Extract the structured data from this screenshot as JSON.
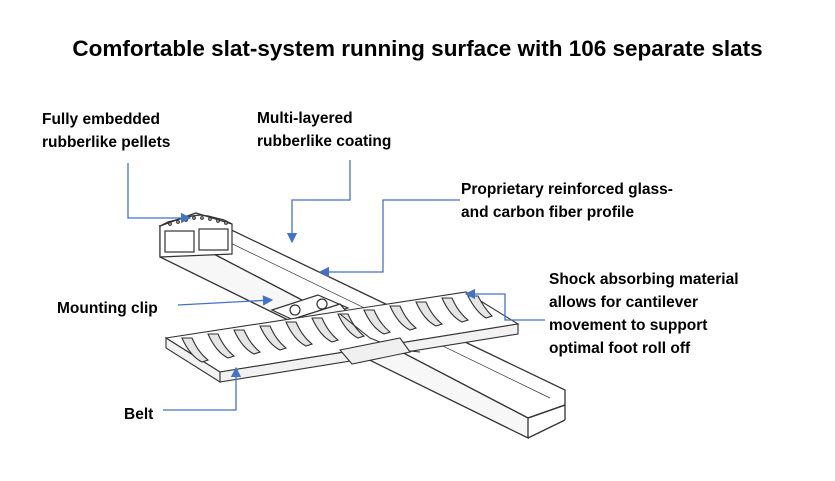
{
  "title": "Comfortable slat-system running surface with 106 separate slats",
  "labels": {
    "pellets": [
      "Fully embedded",
      "rubberlike pellets"
    ],
    "coating": [
      "Multi-layered",
      "rubberlike coating"
    ],
    "profile": [
      "Proprietary reinforced glass-",
      "and carbon fiber profile"
    ],
    "shock": [
      "Shock absorbing material",
      "allows for cantilever",
      "movement to support",
      "optimal foot  roll off"
    ],
    "clip": "Mounting clip",
    "belt": "Belt"
  },
  "colors": {
    "callout": "#4472c4",
    "drawing": "#333333"
  }
}
